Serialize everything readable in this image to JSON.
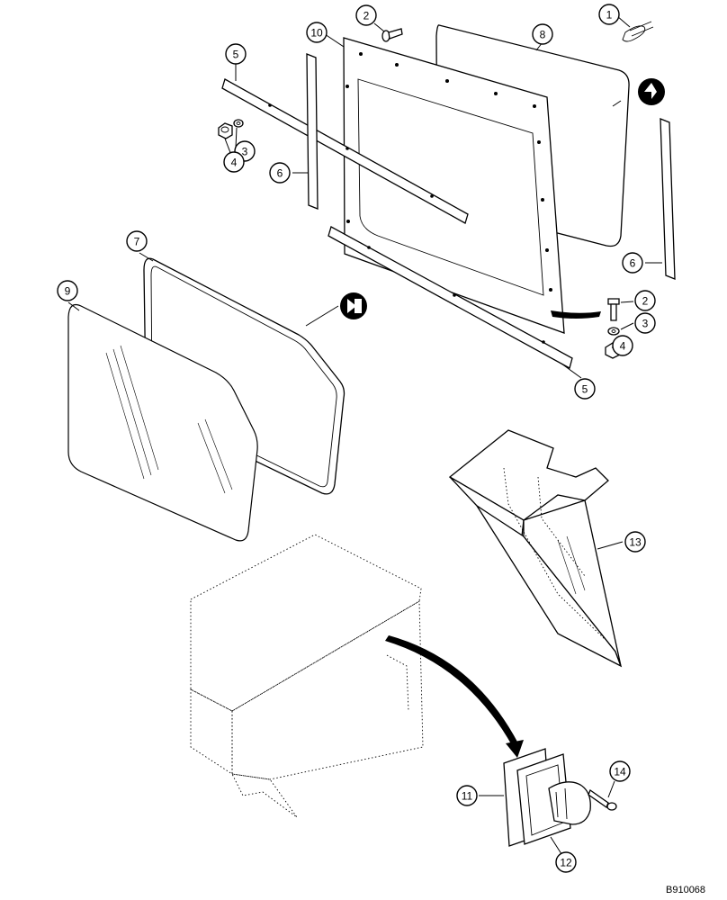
{
  "callouts": [
    {
      "id": "c1",
      "label": "1"
    },
    {
      "id": "c2a",
      "label": "2"
    },
    {
      "id": "c2b",
      "label": "2"
    },
    {
      "id": "c3a",
      "label": "3"
    },
    {
      "id": "c3b",
      "label": "3"
    },
    {
      "id": "c4a",
      "label": "4"
    },
    {
      "id": "c4b",
      "label": "4"
    },
    {
      "id": "c5a",
      "label": "5"
    },
    {
      "id": "c5b",
      "label": "5"
    },
    {
      "id": "c6a",
      "label": "6"
    },
    {
      "id": "c6b",
      "label": "6"
    },
    {
      "id": "c7",
      "label": "7"
    },
    {
      "id": "c8",
      "label": "8"
    },
    {
      "id": "c9",
      "label": "9"
    },
    {
      "id": "c10",
      "label": "10"
    },
    {
      "id": "c11",
      "label": "11"
    },
    {
      "id": "c12",
      "label": "12"
    },
    {
      "id": "c13",
      "label": "13"
    },
    {
      "id": "c14",
      "label": "14"
    }
  ],
  "figure_code": "B910068"
}
